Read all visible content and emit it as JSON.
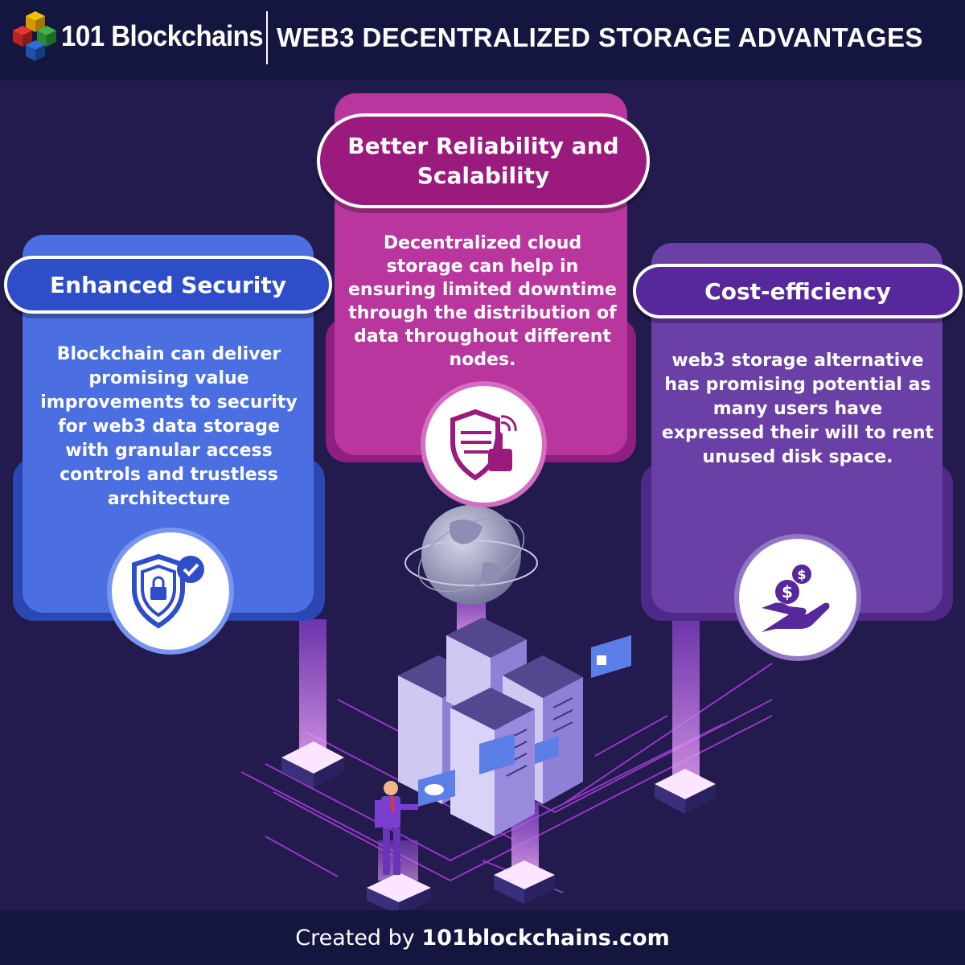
{
  "header": {
    "brand": "101 Blockchains",
    "title": "WEB3 DECENTRALIZED STORAGE ADVANTAGES"
  },
  "cards": {
    "security": {
      "title": "Enhanced Security",
      "text": "Blockchain can deliver promising value improvements to security for web3 data storage with granular access controls and trustless architecture",
      "icon": "shield-lock-check-icon",
      "color": "#4b6fe0"
    },
    "reliability": {
      "title_line1": "Better Reliability and",
      "title_line2": "Scalability",
      "text": "Decentralized cloud storage can help in ensuring limited downtime through the distribution of data throughout different nodes.",
      "icon": "shield-thumbs-up-icon",
      "color": "#b8369e"
    },
    "cost": {
      "title": "Cost-efficiency",
      "text": "web3 storage alternative has promising potential as many users have expressed their will to rent unused disk space.",
      "icon": "hand-dollar-coins-icon",
      "color": "#6a3fa6"
    }
  },
  "footer": {
    "prefix": "Created by",
    "site": "101blockchains.com"
  }
}
